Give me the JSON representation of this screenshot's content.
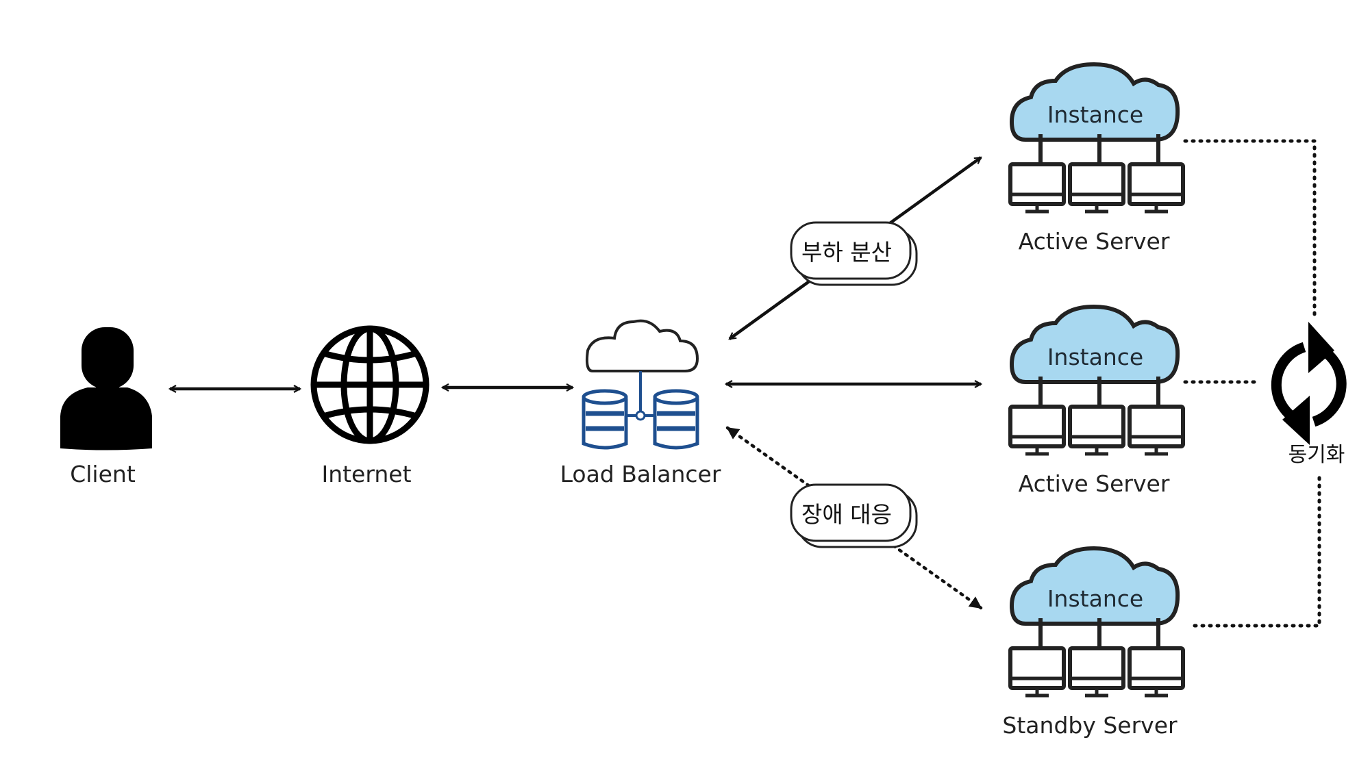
{
  "nodes": {
    "client": {
      "label": "Client",
      "icon": "person-icon"
    },
    "internet": {
      "label": "Internet",
      "icon": "globe-icon"
    },
    "load_balancer": {
      "label": "Load Balancer",
      "icon": "load-balancer-icon"
    },
    "servers": [
      {
        "label": "Active Server",
        "cloud_label": "Instance",
        "role": "active"
      },
      {
        "label": "Active Server",
        "cloud_label": "Instance",
        "role": "active"
      },
      {
        "label": "Standby Server",
        "cloud_label": "Instance",
        "role": "standby"
      }
    ]
  },
  "callouts": {
    "load_balancing": "부하 분산",
    "failover": "장애 대응"
  },
  "sync": {
    "label": "동기화",
    "icon": "sync-icon"
  },
  "colors": {
    "cloud_fill": "#a8d8f0",
    "lb_blue": "#1e4f8f",
    "stroke": "#222222"
  }
}
